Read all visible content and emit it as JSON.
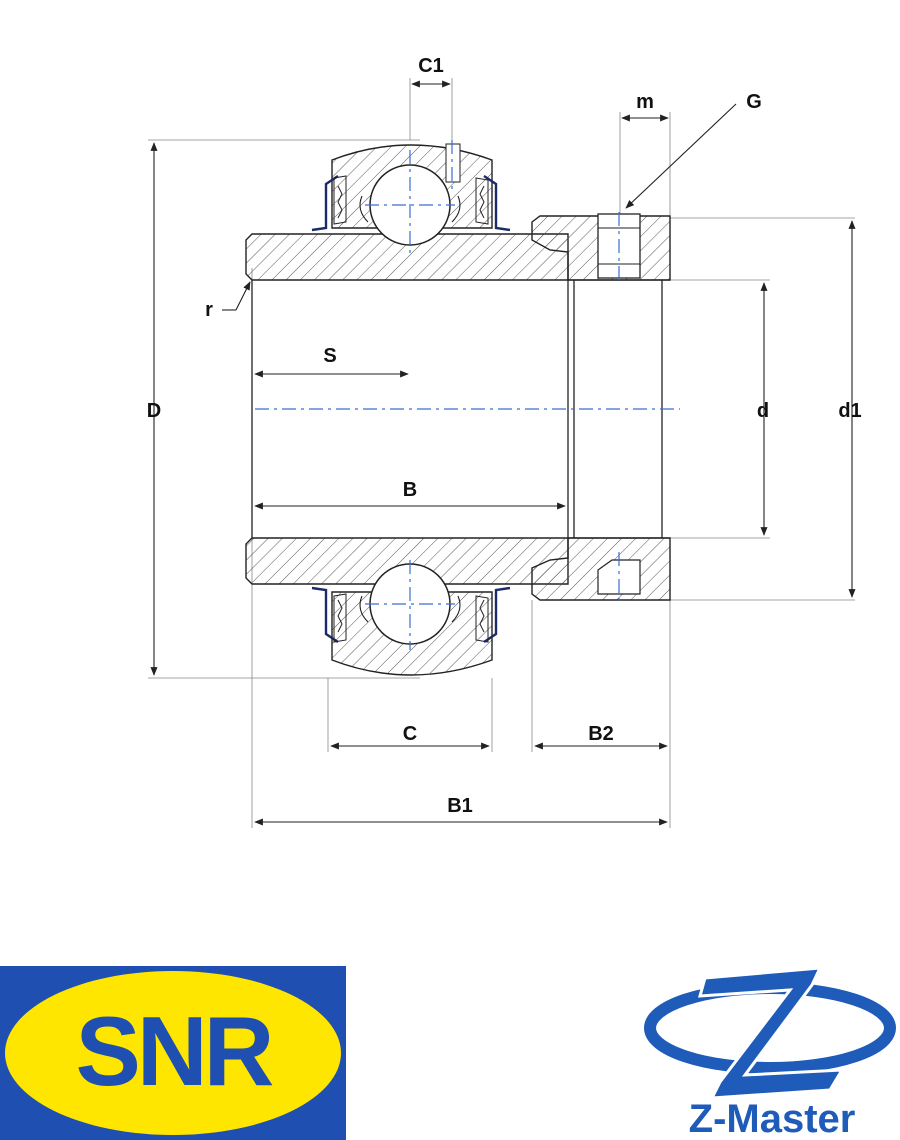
{
  "drawing": {
    "labels": {
      "C1": "C1",
      "m": "m",
      "G": "G",
      "r": "r",
      "S": "S",
      "D": "D",
      "d": "d",
      "d1": "d1",
      "B": "B",
      "C": "C",
      "B2": "B2",
      "B1": "B1"
    }
  },
  "logos": {
    "snr": {
      "text": "SNR",
      "bg_color": "#1f4fb0",
      "ellipse_color": "#ffe600",
      "text_color": "#1f4fb0"
    },
    "zmaster": {
      "text": "Z-Master",
      "color": "#1f5bb8"
    }
  },
  "colors": {
    "line": "#222222",
    "centerline": "#3a6fd0",
    "seal": "#1a2a6a"
  }
}
